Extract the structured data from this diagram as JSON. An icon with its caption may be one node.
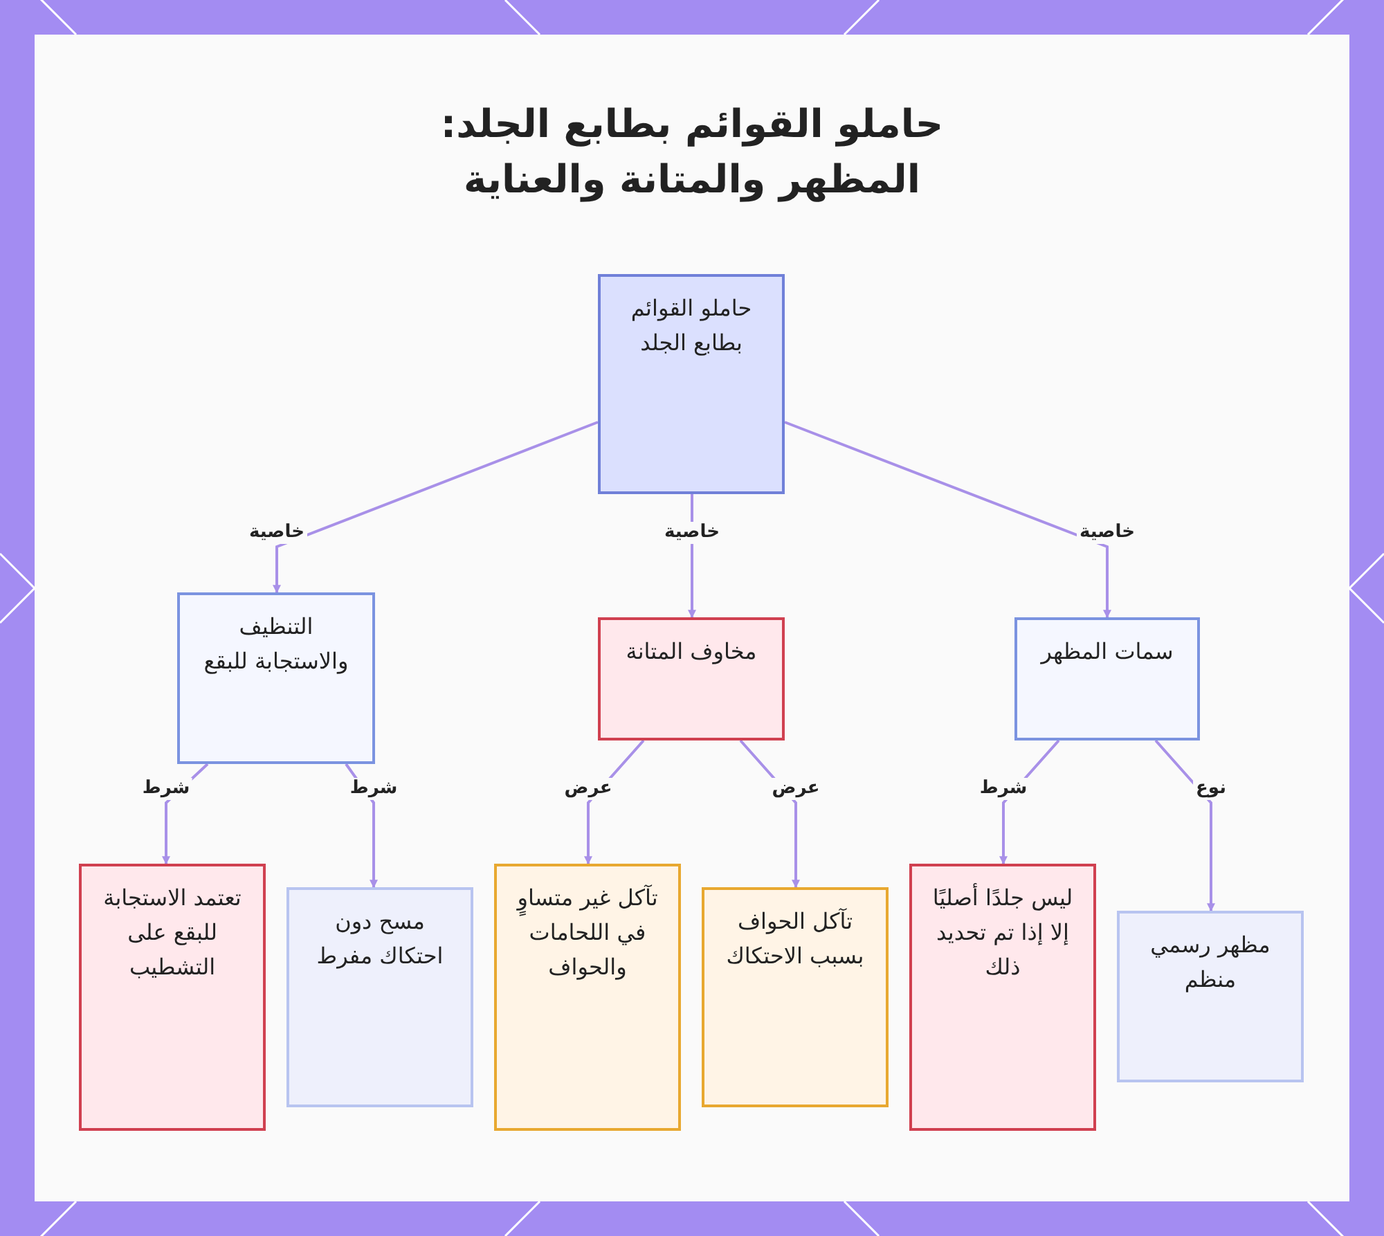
{
  "diagram": {
    "title": "حاملو القوائم بطابع الجلد: المظهر والمتانة والعناية",
    "nodes": [
      {
        "text": [
          "حاملو القوائم بطابع الجلد"
        ]
      },
      {
        "text": [
          "التنظيف والاستجابة للبقع"
        ]
      },
      {
        "text": [
          "مخاوف المتانة"
        ]
      },
      {
        "text": [
          "سمات المظهر"
        ]
      },
      {
        "text": [
          "تعتمد الاستجابة للبقع على التشطيب"
        ]
      },
      {
        "text": [
          "مسح دون احتكاك مفرط"
        ]
      },
      {
        "text": [
          "تآكل غير متساوٍ في اللحامات والحواف"
        ]
      },
      {
        "text": [
          "تآكل الحواف بسبب الاحتكاك"
        ]
      },
      {
        "text": [
          "ليس جلدًا أصليًا إلا إذا تم تحديد ذلك"
        ]
      },
      {
        "text": [
          "مظهر رسمي منظم"
        ]
      }
    ],
    "edges": [
      {
        "from": 0,
        "to": 1,
        "arrow": "to",
        "label": "خاصية"
      },
      {
        "from": 0,
        "to": 2,
        "arrow": "to",
        "label": "خاصية"
      },
      {
        "from": 0,
        "to": 3,
        "arrow": "to",
        "label": "خاصية"
      },
      {
        "from": 1,
        "to": 4,
        "arrow": "to",
        "label": "شرط"
      },
      {
        "from": 1,
        "to": 5,
        "arrow": "to",
        "label": "شرط"
      },
      {
        "from": 2,
        "to": 6,
        "arrow": "to",
        "label": "عرض"
      },
      {
        "from": 2,
        "to": 7,
        "arrow": "to",
        "label": "عرض"
      },
      {
        "from": 3,
        "to": 8,
        "arrow": "to",
        "label": "شرط"
      },
      {
        "from": 3,
        "to": 9,
        "arrow": "to",
        "label": "نوع"
      }
    ]
  }
}
